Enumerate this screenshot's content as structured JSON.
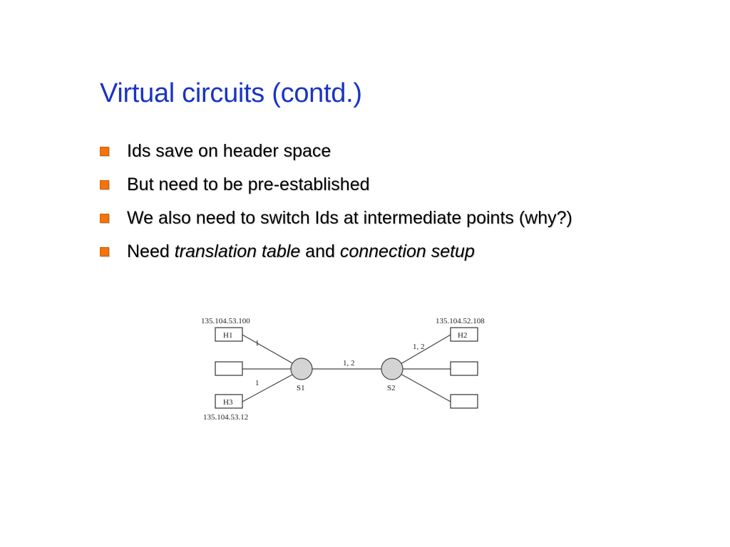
{
  "main": {
    "title": "Virtual circuits (contd.)",
    "bullets": [
      {
        "text": "Ids save on header space"
      },
      {
        "text": "But need to be pre-established"
      },
      {
        "text": "We also need to switch Ids at intermediate points (why?)"
      },
      {
        "parts": [
          "Need ",
          "translation table",
          " and ",
          "connection setup"
        ]
      }
    ],
    "bullet_color": "#f5730a",
    "title_color": "#1a34c4"
  },
  "diagram": {
    "hosts": {
      "h1": {
        "label": "H1",
        "address": "135.104.53.100"
      },
      "h2": {
        "label": "H2",
        "address": "135.104.52.108"
      },
      "h3": {
        "label": "H3",
        "address": "135.104.53.12"
      }
    },
    "switches": {
      "s1": "S1",
      "s2": "S2"
    },
    "link_labels": {
      "h1_s1": "1",
      "h3_s1": "1",
      "s1_s2": "1, 2",
      "s2_h2": "1, 2"
    }
  }
}
